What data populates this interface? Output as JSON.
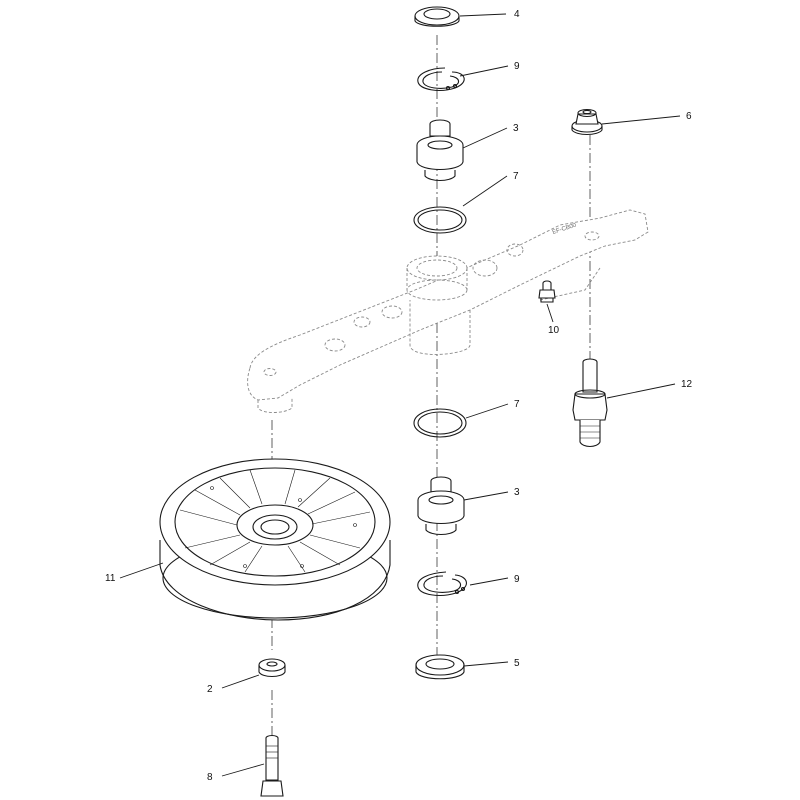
{
  "diagram": {
    "callouts": [
      {
        "id": "c1",
        "label": "4"
      },
      {
        "id": "c2",
        "label": "9"
      },
      {
        "id": "c3",
        "label": "3"
      },
      {
        "id": "c4",
        "label": "6"
      },
      {
        "id": "c5",
        "label": "7"
      },
      {
        "id": "c6",
        "label": "10"
      },
      {
        "id": "c7",
        "label": "12"
      },
      {
        "id": "c8",
        "label": "7"
      },
      {
        "id": "c9",
        "label": "3"
      },
      {
        "id": "c10",
        "label": "11"
      },
      {
        "id": "c11",
        "label": "9"
      },
      {
        "id": "c12",
        "label": "5"
      },
      {
        "id": "c13",
        "label": "2"
      },
      {
        "id": "c14",
        "label": "8"
      }
    ],
    "arm_stamp": "EF-CB00",
    "colors": {
      "line": "#1a1a1a",
      "ghost": "#8a8a8a",
      "background": "#ffffff"
    }
  }
}
